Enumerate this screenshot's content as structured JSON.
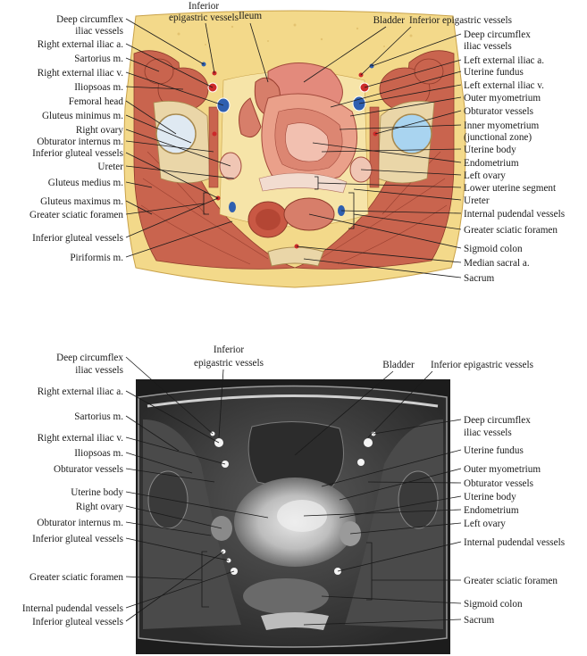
{
  "top_panel": {
    "left_labels": [
      "Deep circumflex",
      "iliac vessels",
      "Right external iliac a.",
      "Sartorius m.",
      "Right external iliac v.",
      "Iliopsoas m.",
      "Femoral head",
      "Gluteus minimus m.",
      "Right ovary",
      "Obturator internus m.",
      "Inferior gluteal vessels",
      "Ureter",
      "Gluteus medius m.",
      "Gluteus maximus m.",
      "Greater sciatic foramen",
      "Inferior gluteal vessels",
      "Piriformis m."
    ],
    "top_labels": [
      "Inferior",
      "epigastric vessels",
      "Ileum",
      "Bladder",
      "Inferior epigastric vessels"
    ],
    "right_labels": [
      "Deep circumflex",
      "iliac vessels",
      "Left external iliac a.",
      "Uterine fundus",
      "Left external iliac v.",
      "Outer myometrium",
      "Obturator vessels",
      "Inner myometrium",
      "(junctional zone)",
      "Uterine body",
      "Endometrium",
      "Left ovary",
      "Lower uterine segment",
      "Ureter",
      "Internal pudendal vessels",
      "Greater sciatic foramen",
      "Sigmoid colon",
      "Median sacral a.",
      "Sacrum"
    ]
  },
  "bottom_panel": {
    "left_labels": [
      "Deep circumflex",
      "iliac vessels",
      "Right external iliac a.",
      "Sartorius m.",
      "Right external iliac v.",
      "Iliopsoas m.",
      "Obturator vessels",
      "Uterine body",
      "Right ovary",
      "Obturator internus m.",
      "Inferior gluteal vessels",
      "Greater sciatic foramen",
      "Internal pudendal vessels",
      "Inferior gluteal vessels"
    ],
    "top_labels": [
      "Inferior",
      "epigastric vessels",
      "Bladder",
      "Inferior epigastric vessels"
    ],
    "right_labels": [
      "Deep circumflex",
      "iliac vessels",
      "Uterine fundus",
      "Outer myometrium",
      "Obturator vessels",
      "Uterine body",
      "Endometrium",
      "Left ovary",
      "Internal pudendal vessels",
      "Greater sciatic foramen",
      "Sigmoid colon",
      "Sacrum"
    ]
  },
  "colors": {
    "fat": "#f3d98a",
    "muscle": "#c9644e",
    "bone": "#ead6a8",
    "uterus": "#eaa08a",
    "artery": "#cc2a2a",
    "vein": "#2f5fb0",
    "mri_bg": "#1c1c1c"
  }
}
